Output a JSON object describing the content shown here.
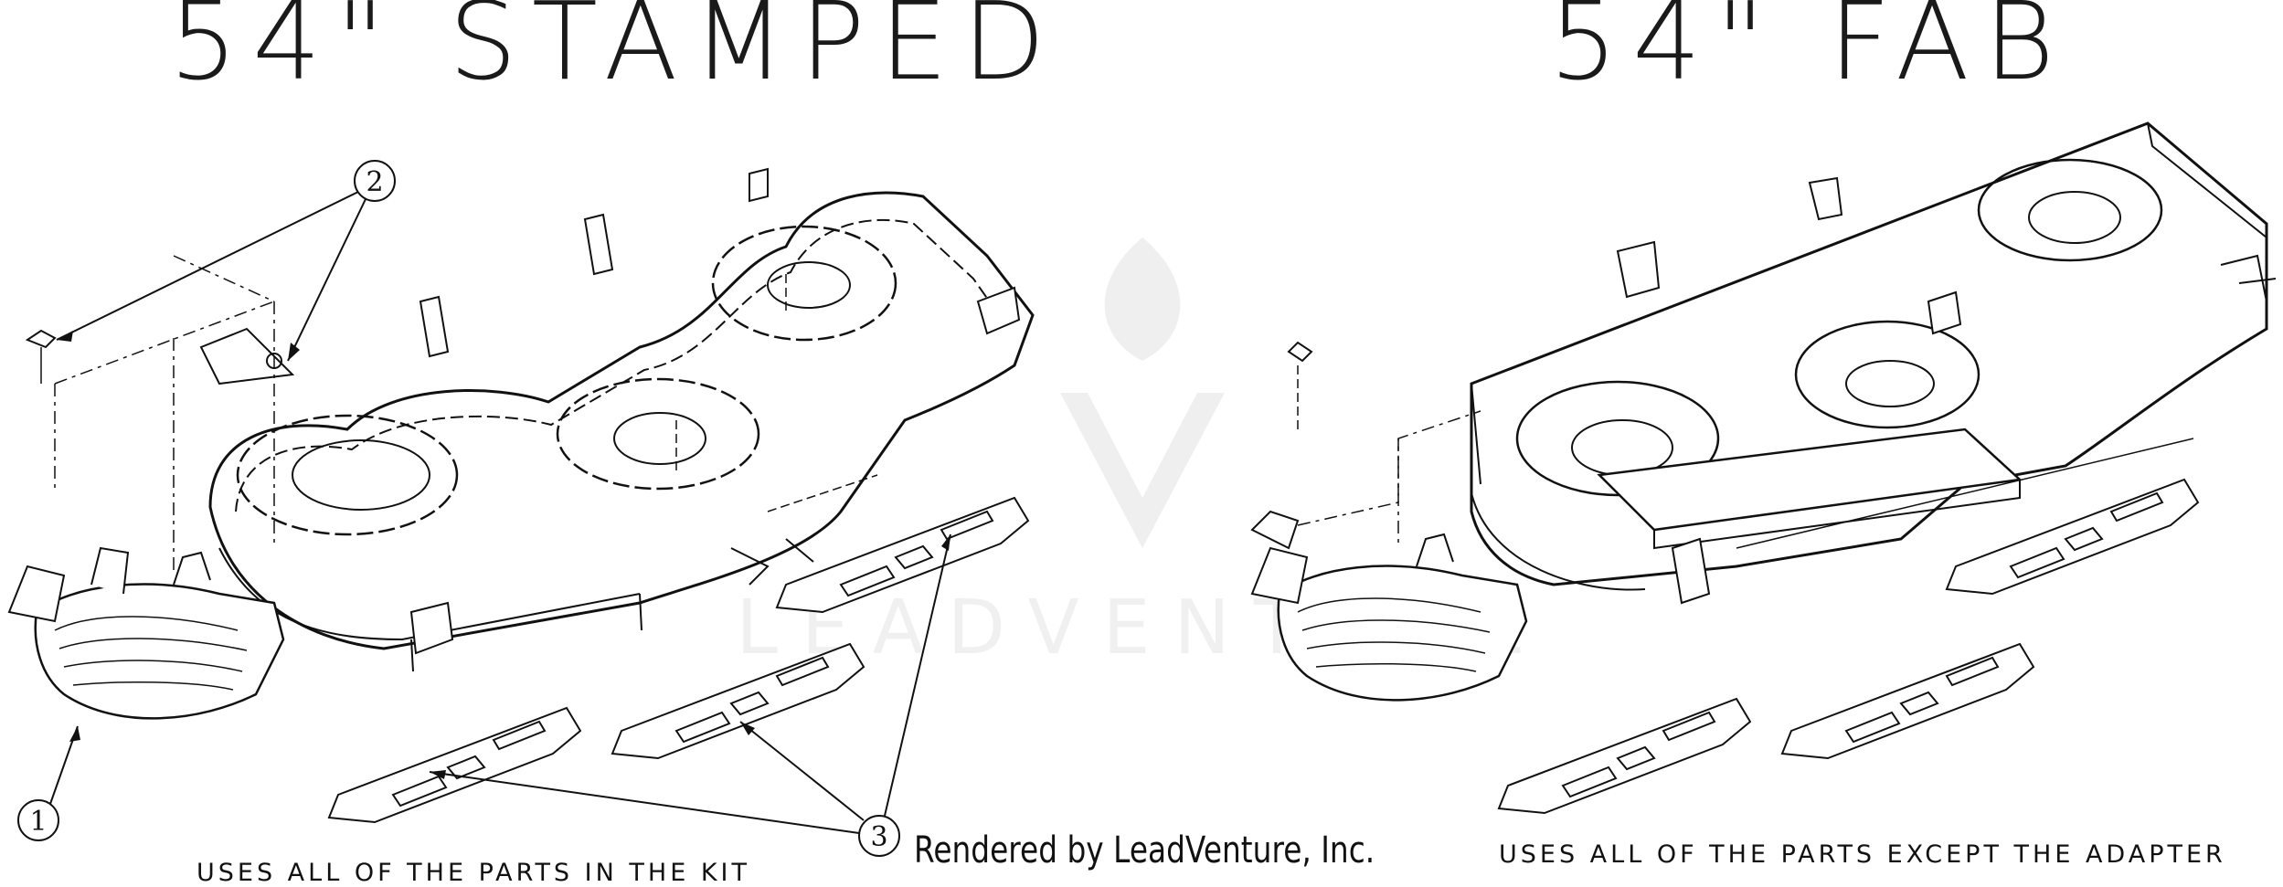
{
  "diagram": {
    "left_title": "54\" STAMPED",
    "right_title": "54\" FAB",
    "left_caption": "USES ALL OF THE PARTS IN THE KIT",
    "right_caption": "USES ALL OF THE PARTS EXCEPT THE ADAPTER",
    "credit": "Rendered by LeadVenture, Inc.",
    "watermark": "LEADVENTURE",
    "callouts": [
      "1",
      "2",
      "3"
    ]
  },
  "colors": {
    "line": "#111111",
    "watermark": "#e6e6e6"
  }
}
